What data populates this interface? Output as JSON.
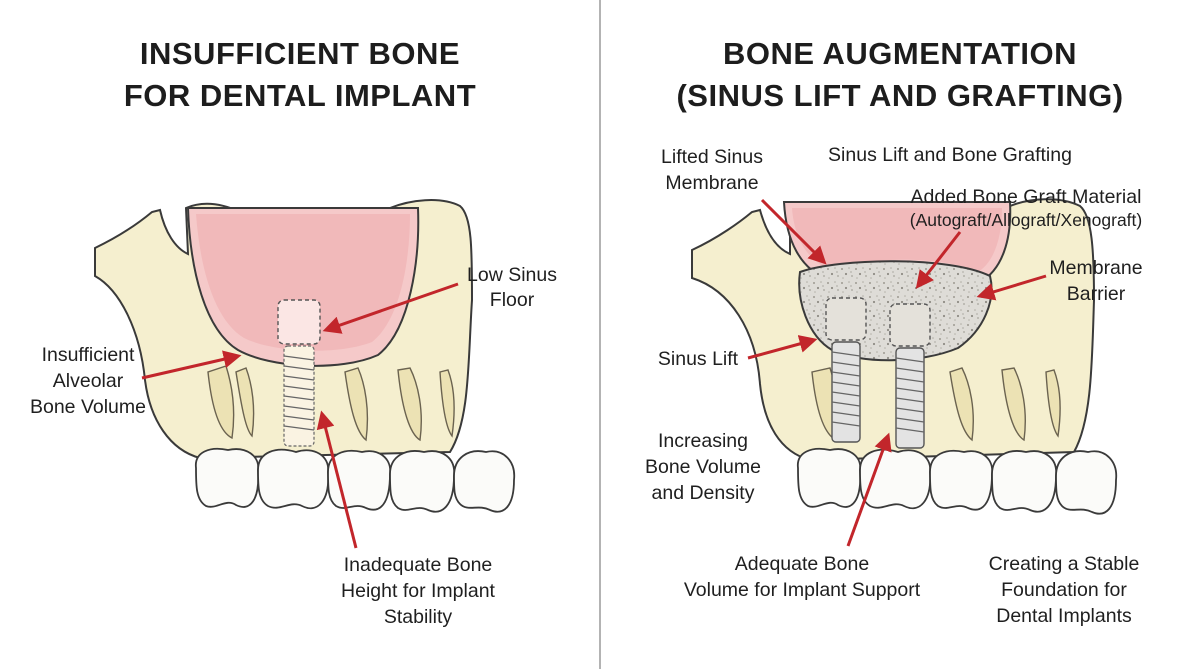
{
  "left_panel": {
    "title_line1": "INSUFFICIENT BONE",
    "title_line2": "FOR DENTAL IMPLANT",
    "labels": {
      "low_sinus_floor": [
        "Low Sinus",
        "Floor"
      ],
      "insufficient_alveolar": [
        "Insufficient",
        "Alveolar",
        "Bone Volume"
      ],
      "inadequate_height": [
        "Inadequate Bone",
        "Height for Implant",
        "Stability"
      ]
    }
  },
  "right_panel": {
    "title_line1": "BONE AUGMENTATION",
    "title_line2": "(SINUS LIFT AND GRAFTING)",
    "labels": {
      "lifted_membrane": [
        "Lifted Sinus",
        "Membrane"
      ],
      "sinus_lift_grafting": "Sinus Lift and Bone Grafting",
      "added_graft": "Added Bone Graft Material",
      "graft_types": "(Autograft/Allograft/Xenograft)",
      "membrane_barrier": [
        "Membrane",
        "Barrier"
      ],
      "sinus_lift": "Sinus Lift",
      "increasing_volume": [
        "Increasing",
        "Bone Volume",
        "and Density"
      ],
      "adequate_volume": [
        "Adequate Bone",
        "Volume for Implant Support"
      ],
      "stable_foundation": [
        "Creating a Stable",
        "Foundation for",
        "Dental Implants"
      ]
    }
  },
  "colors": {
    "bone": "#f5efcf",
    "sinus": "#f5c9c9",
    "arrow": "#c2262b",
    "graft": "#d9d7d2"
  }
}
